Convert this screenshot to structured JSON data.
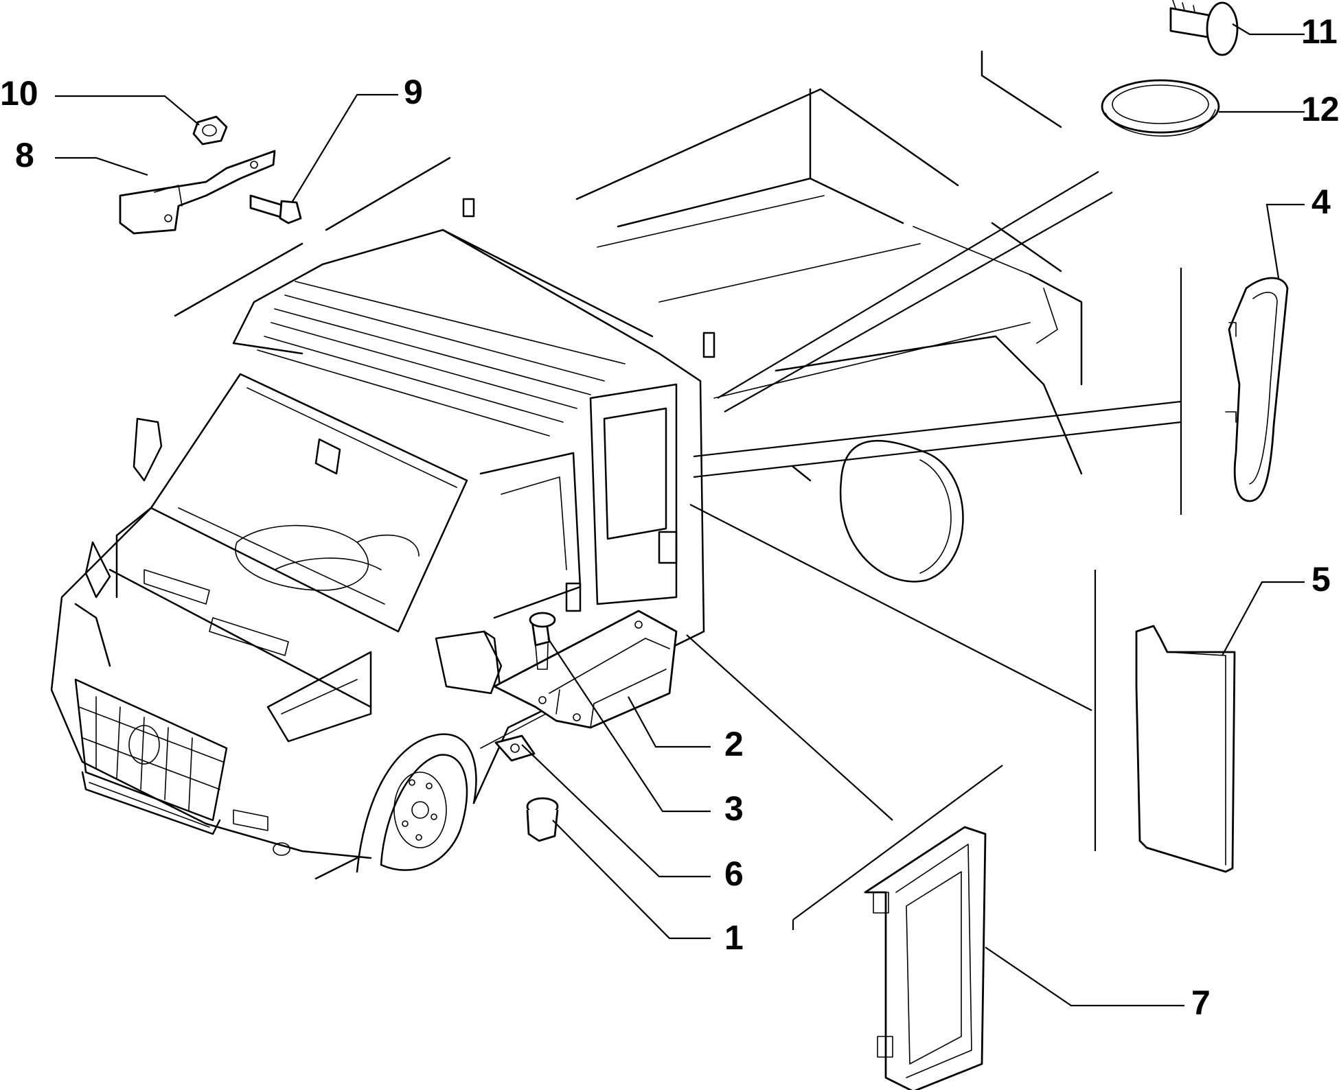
{
  "callouts": [
    {
      "id": "c1",
      "number": "1"
    },
    {
      "id": "c2",
      "number": "2"
    },
    {
      "id": "c3",
      "number": "3"
    },
    {
      "id": "c4",
      "number": "4"
    },
    {
      "id": "c5",
      "number": "5"
    },
    {
      "id": "c6",
      "number": "6"
    },
    {
      "id": "c7",
      "number": "7"
    },
    {
      "id": "c8",
      "number": "8"
    },
    {
      "id": "c9",
      "number": "9"
    },
    {
      "id": "c10",
      "number": "10"
    },
    {
      "id": "c11",
      "number": "11"
    },
    {
      "id": "c12",
      "number": "12"
    }
  ]
}
